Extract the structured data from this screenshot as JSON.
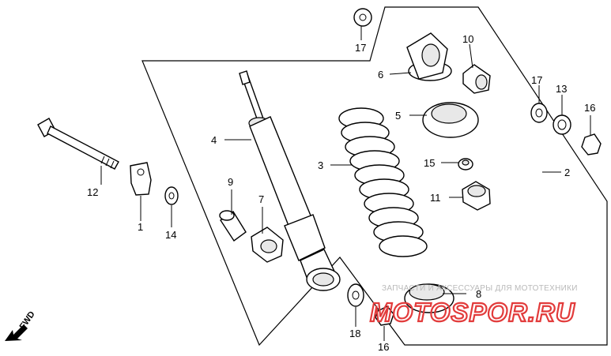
{
  "diagram": {
    "parts": [
      {
        "number": "1"
      },
      {
        "number": "2"
      },
      {
        "number": "3"
      },
      {
        "number": "4"
      },
      {
        "number": "5"
      },
      {
        "number": "6"
      },
      {
        "number": "7"
      },
      {
        "number": "8"
      },
      {
        "number": "9"
      },
      {
        "number": "10"
      },
      {
        "number": "11"
      },
      {
        "number": "12"
      },
      {
        "number": "13"
      },
      {
        "number": "14"
      },
      {
        "number": "15"
      },
      {
        "number": "16"
      },
      {
        "number": "16"
      },
      {
        "number": "17"
      },
      {
        "number": "17"
      },
      {
        "number": "18"
      }
    ],
    "direction_label": "FWD",
    "watermark": {
      "caption": "ЗАПЧАСТИ И АКСЕССУАРЫ ДЛЯ МОТОТЕХНИКИ",
      "logo_text": "MOTOSPOR.RU",
      "logo_color": "#e23b3b"
    }
  }
}
